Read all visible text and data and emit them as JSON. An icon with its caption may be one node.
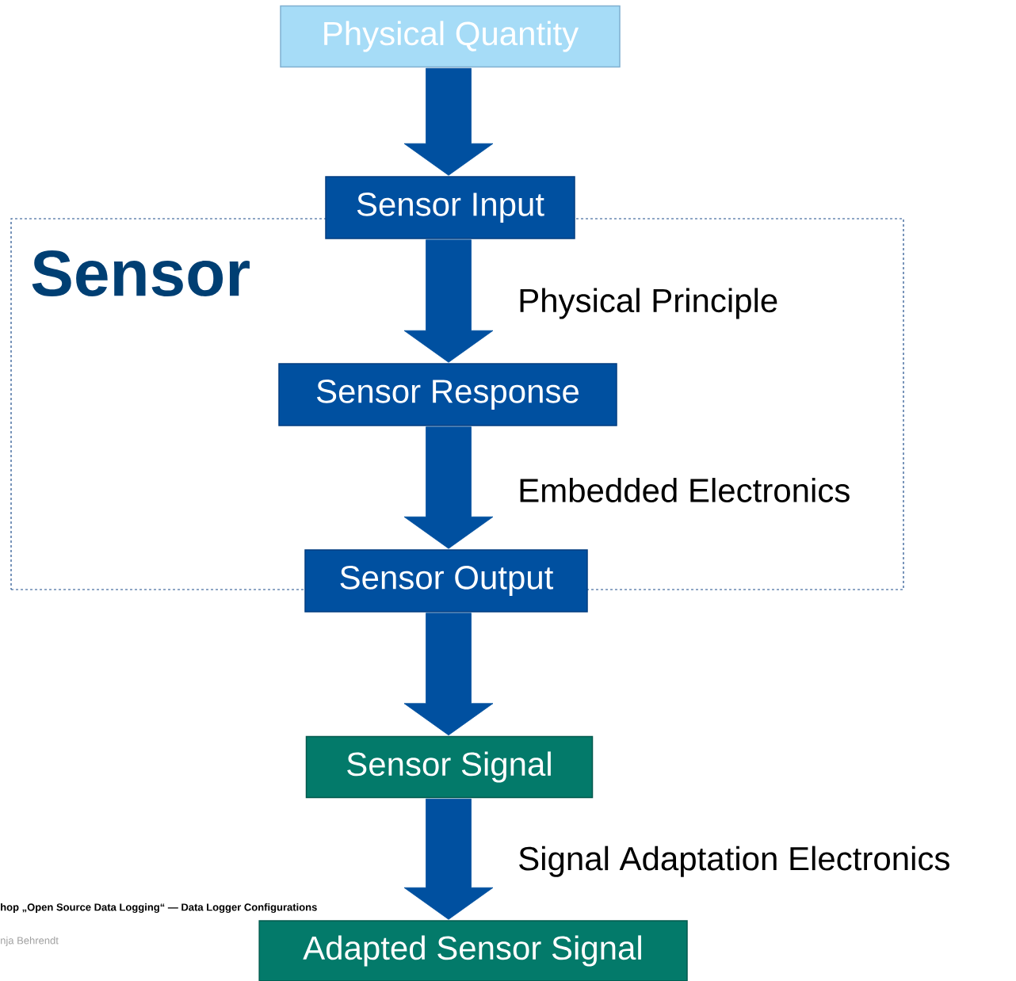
{
  "diagram": {
    "nodes": [
      {
        "text": [
          "Physical Quantity"
        ]
      },
      {
        "text": [
          "Sensor Input"
        ]
      },
      {
        "text": [
          "Sensor Response"
        ],
        "in": 6
      },
      {
        "text": [
          "Sensor Output"
        ]
      },
      {
        "text": [
          "Sensor Signal"
        ]
      },
      {
        "text": [
          "Adapted Sensor Signal"
        ]
      },
      {
        "text": [
          "Sensor"
        ]
      }
    ],
    "edges": [
      {
        "from": 0,
        "to": 1,
        "arrow": "to"
      },
      {
        "from": 1,
        "to": 2,
        "arrow": "to",
        "label": "Physical Principle"
      },
      {
        "from": 2,
        "to": 3,
        "arrow": "to",
        "label": "Embedded Electronics"
      },
      {
        "from": 3,
        "to": 4,
        "arrow": "to"
      },
      {
        "from": 4,
        "to": 5,
        "arrow": "to",
        "label": "Signal Adaptation Electronics"
      }
    ],
    "labels": [
      "hop „Open Source Data Logging“ — Data Logger Configurations",
      "nja Behrendt"
    ]
  }
}
